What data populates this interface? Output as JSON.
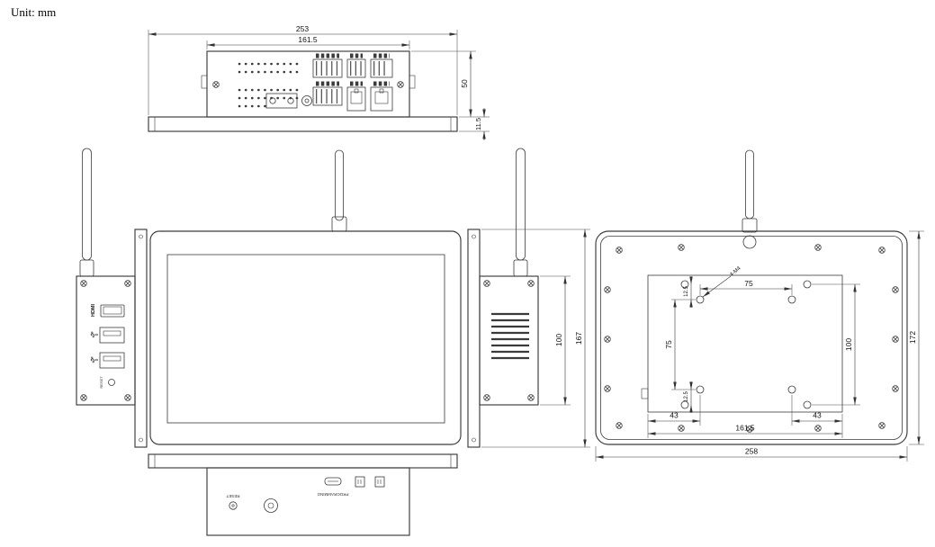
{
  "meta": {
    "unit_label": "Unit: mm",
    "line_color": "#3b3b3b"
  },
  "top_view": {
    "dim_overall_width": "253",
    "dim_body_width": "161.5",
    "dim_body_height": "50",
    "dim_flange_thickness": "11.5"
  },
  "side_view": {
    "dim_body_height": "100",
    "dim_overall_height": "167"
  },
  "rear_view": {
    "dim_hole_span_top": "75",
    "dim_hole_span_left": "75",
    "dim_hole_span_right": "100",
    "dim_offset_top": "12.5",
    "dim_offset_bottom": "12.5",
    "dim_bottom_left": "43",
    "dim_bottom_center": "161.5",
    "dim_bottom_right": "43",
    "dim_overall_width": "258",
    "dim_overall_height": "172",
    "hole_callout": "4-M4"
  },
  "io_panel": {
    "hdmi_label": "HDMI",
    "reset_label": "RESET"
  },
  "bottom_panel": {
    "reset_label": "RESET",
    "programming_label": "PROGRAMMING"
  }
}
